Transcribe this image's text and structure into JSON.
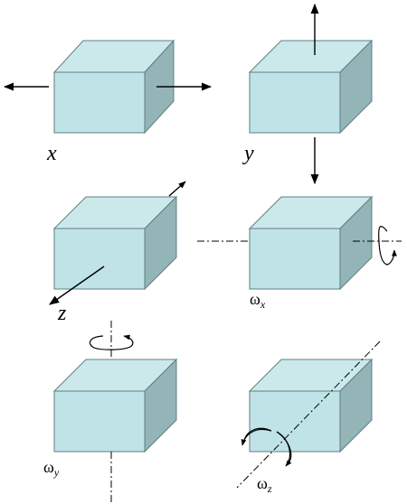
{
  "labels": {
    "x": "x",
    "y": "y",
    "z": "z",
    "omega": "ω",
    "sub_x": "x",
    "sub_y": "y",
    "sub_z": "z"
  },
  "colors": {
    "front": "#bfe3e6",
    "top": "#cbe9eb",
    "side": "#93b5b8",
    "edge": "#5f7f82"
  }
}
